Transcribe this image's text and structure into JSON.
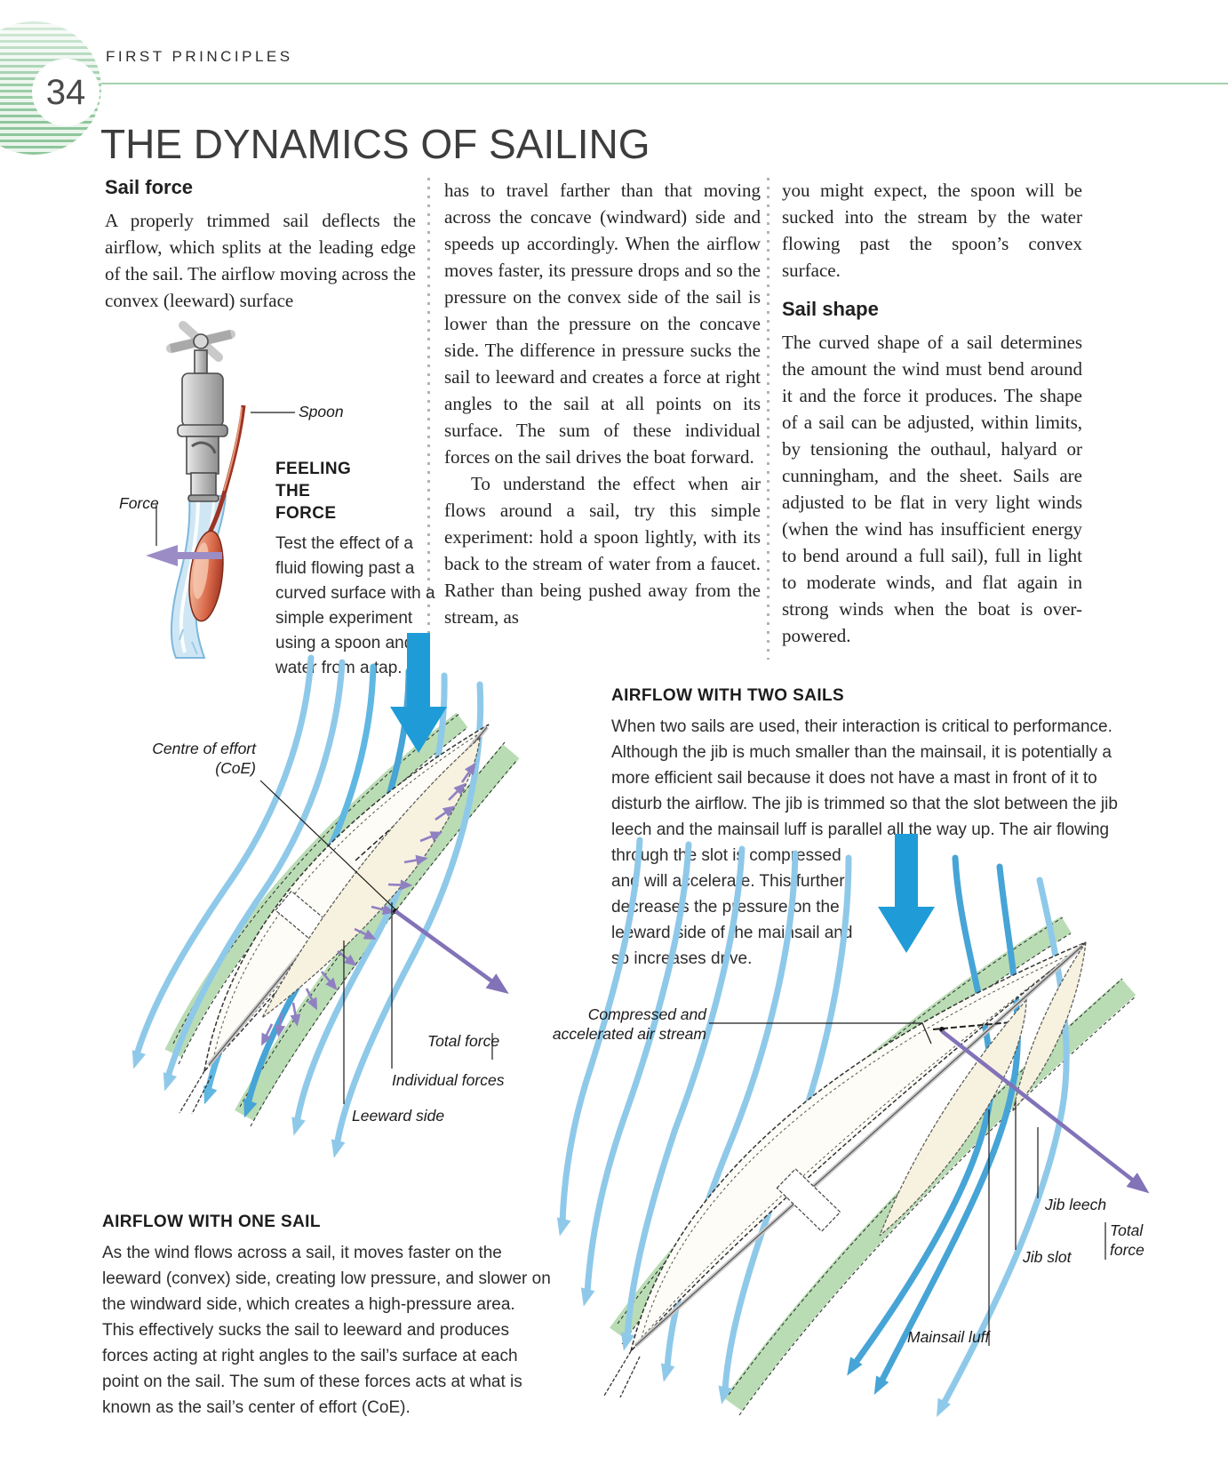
{
  "page": {
    "number": "34",
    "eyebrow": "FIRST PRINCIPLES",
    "title": "THE DYNAMICS OF SAILING"
  },
  "sail_force": {
    "heading": "Sail force",
    "body": "A properly trimmed sail deflects the airflow, which splits at the leading edge of the sail. The airflow moving across the convex (leeward) surface"
  },
  "col2": {
    "para1": "has to travel farther than that moving across the concave (windward) side and speeds up accordingly. When the airflow moves faster, its pressure drops and so the pressure on the convex side of the sail is lower than the pressure on the concave side. The difference in pressure sucks the sail to leeward and creates a force at right angles to the sail at all points on its surface. The sum of these individual forces on the sail drives the boat forward.",
    "para2": "To understand the effect when air flows around a sail, try this simple experiment: hold a spoon lightly, with its back to the stream of water from a faucet. Rather than being pushed away from the stream, as"
  },
  "col3": {
    "para1": "you might expect, the spoon will be sucked into the stream by the water flowing past the spoon’s convex surface.",
    "heading": "Sail shape",
    "para2": "The curved shape of a sail determines the amount the wind must bend around it and the force it produces. The shape of a sail can be adjusted, within limits, by tensioning the outhaul, halyard or cunningham, and the sheet. Sails are adjusted to be flat in very light winds (when the wind has insufficient energy to bend around a full sail), full in light to moderate winds, and flat again in strong winds when the boat is over-powered."
  },
  "feeling_force": {
    "heading": "FEELING THE FORCE",
    "body": "Test the effect of a fluid flowing past a curved surface with a simple experiment using a spoon and water from a tap.",
    "spoon_label": "Spoon",
    "force_label": "Force"
  },
  "one_sail": {
    "heading": "AIRFLOW WITH ONE SAIL",
    "body": "As the wind flows across a sail, it moves faster on the leeward (convex) side, creating low pressure, and slower on the windward side, which creates a high-pressure area. This effectively sucks the sail to leeward and produces forces acting at right angles to the sail’s surface at each point on the sail. The sum of these forces acts at what is known as the sail’s center of effort (CoE).",
    "labels": {
      "centre_of_effort": "Centre of effort (CoE)",
      "total_force": "Total force",
      "individual_forces": "Individual forces",
      "leeward_side": "Leeward side"
    }
  },
  "two_sails": {
    "heading": "AIRFLOW WITH TWO SAILS",
    "body": "When two sails are used, their interaction is critical to performance. Although the jib is much smaller than the mainsail, it is potentially a more efficient sail because it does not have a mast in front of it to disturb the airflow. The jib is trimmed so that the slot between the jib leech and the mainsail luff is parallel all the way up. The air flowing through the slot is compressed and will accelerate. This further decreases the pressure on the leeward side of the mainsail and so increases drive.",
    "labels": {
      "compressed": "Compressed and accelerated air stream",
      "jib_leech": "Jib leech",
      "total_force": "Total force",
      "jib_slot": "Jib slot",
      "mainsail_luff": "Mainsail luff"
    }
  },
  "colors": {
    "stripe_green": "#8fc69c",
    "rule_green": "#a3d2ae",
    "sail_band_green": "#b9dcb4",
    "stream_blue": "#8fc9e9",
    "stream_blue_dark": "#46a4d6",
    "wind_arrow_blue": "#1f9cd8",
    "force_purple": "#8f80c2",
    "total_force_purple": "#8272b8",
    "spoon_red": "#b34230",
    "sail_cream": "#f7f1df"
  }
}
